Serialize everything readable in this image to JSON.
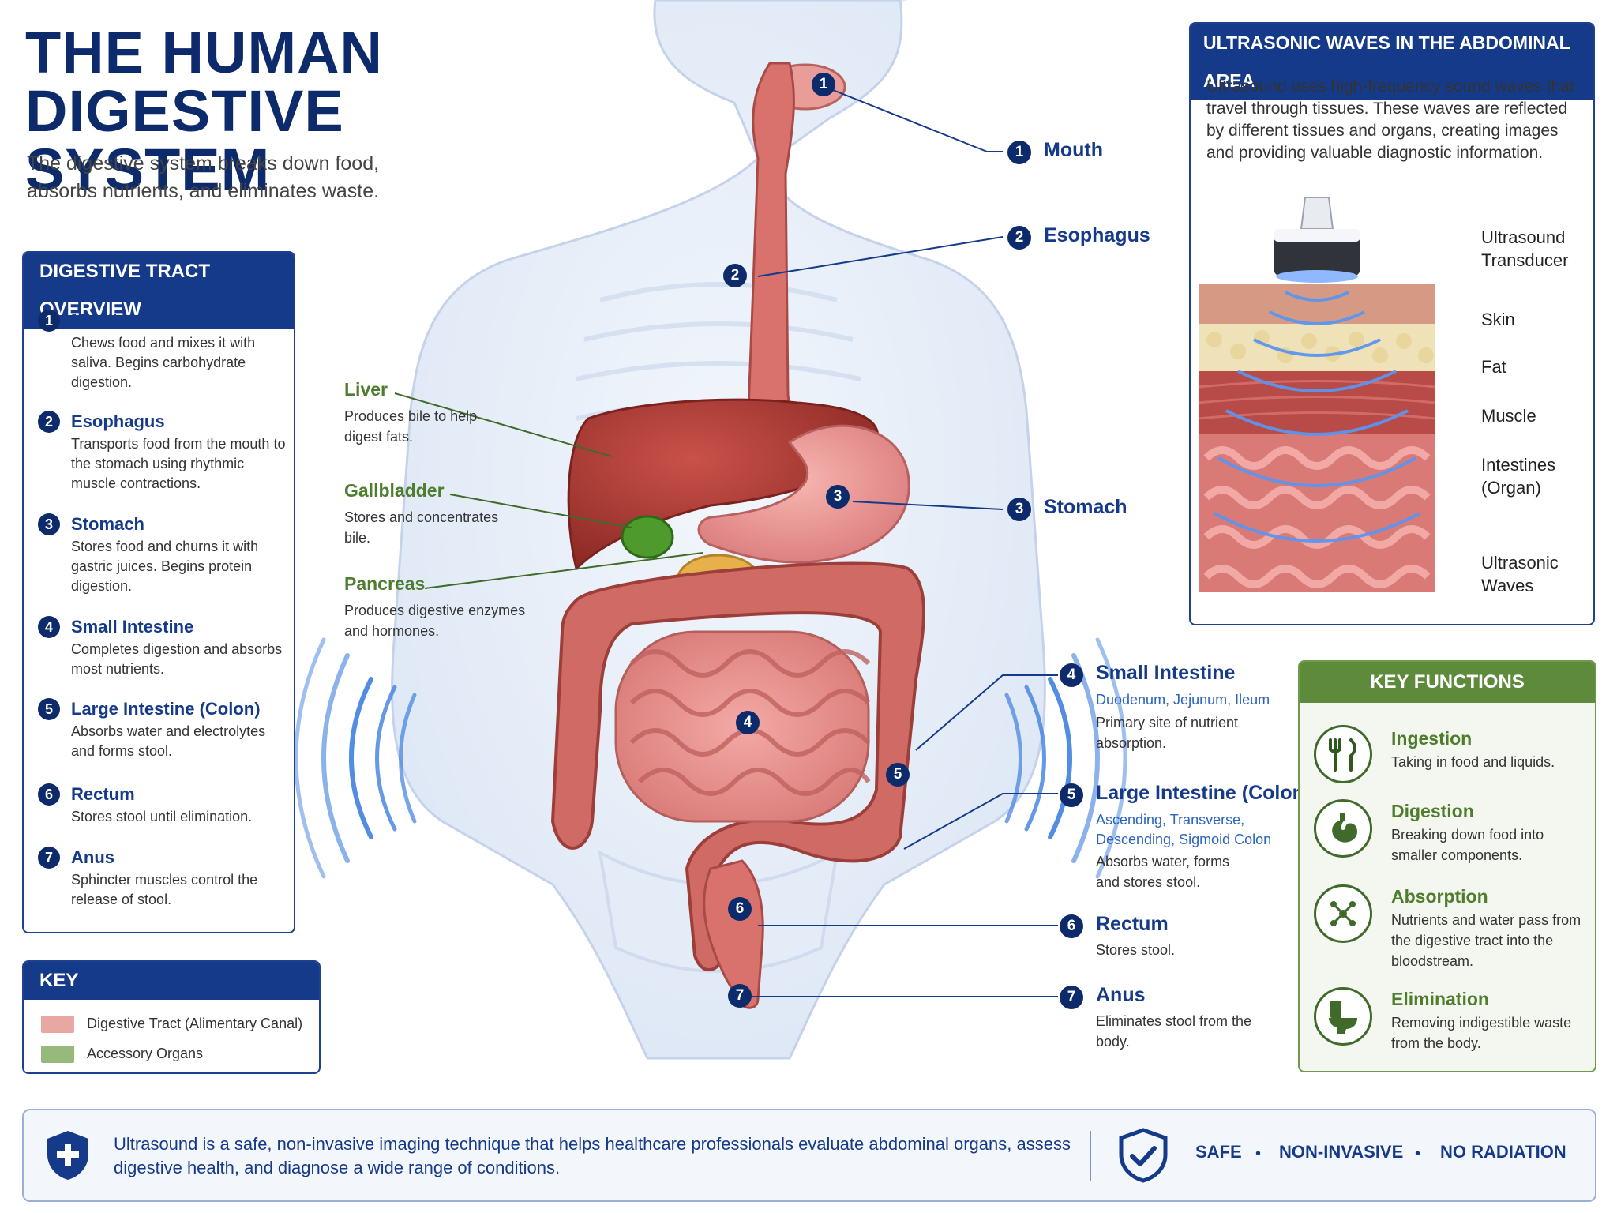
{
  "header": {
    "title_line1": "THE HUMAN",
    "title_line2": "DIGESTIVE SYSTEM",
    "subtitle": "The digestive system breaks down food, absorbs nutrients, and eliminates waste."
  },
  "overview": {
    "heading": "DIGESTIVE TRACT OVERVIEW",
    "items": [
      {
        "num": "1",
        "title": "Mouth",
        "text": "Chews food and mixes it with saliva. Begins carbohydrate digestion."
      },
      {
        "num": "2",
        "title": "Esophagus",
        "text": "Transports food from the mouth to the stomach using rhythmic muscle contractions."
      },
      {
        "num": "3",
        "title": "Stomach",
        "text": "Stores food and churns it with gastric juices. Begins protein digestion."
      },
      {
        "num": "4",
        "title": "Small Intestine",
        "text": "Completes digestion and absorbs most nutrients."
      },
      {
        "num": "5",
        "title": "Large Intestine (Colon)",
        "text": "Absorbs water and electrolytes and forms stool."
      },
      {
        "num": "6",
        "title": "Rectum",
        "text": "Stores stool until elimination."
      },
      {
        "num": "7",
        "title": "Anus",
        "text": "Sphincter muscles control the release of stool."
      }
    ]
  },
  "key": {
    "heading": "KEY",
    "items": [
      {
        "label": "Digestive Tract (Alimentary Canal)",
        "color": "#e8a7a3"
      },
      {
        "label": "Accessory Organs",
        "color": "#98b97c"
      }
    ]
  },
  "accessory": [
    {
      "title": "Liver",
      "text": "Produces bile to help digest fats."
    },
    {
      "title": "Gallbladder",
      "text": "Stores and concentrates bile."
    },
    {
      "title": "Pancreas",
      "text": "Produces digestive enzymes and hormones."
    }
  ],
  "callouts": [
    {
      "num": "1",
      "title": "Mouth"
    },
    {
      "num": "2",
      "title": "Esophagus"
    },
    {
      "num": "3",
      "title": "Stomach"
    },
    {
      "num": "4",
      "title": "Small Intestine",
      "sub": "Duodenum, Jejunum, Ileum",
      "text": "Primary site of nutrient absorption."
    },
    {
      "num": "5",
      "title": "Large Intestine (Colon)",
      "sub": "Ascending, Transverse, Descending, Sigmoid Colon",
      "text": "Absorbs water, forms and stores stool."
    },
    {
      "num": "6",
      "title": "Rectum",
      "text": "Stores stool."
    },
    {
      "num": "7",
      "title": "Anus",
      "text": "Eliminates stool from the body."
    }
  ],
  "ultrasound": {
    "heading": "ULTRASONIC WAVES IN THE ABDOMINAL AREA",
    "text": "Ultrasound uses high-frequency sound waves that travel through tissues. These waves are reflected by different tissues and organs, creating images and providing valuable diagnostic information.",
    "labels": [
      "Ultrasound Transducer",
      "Skin",
      "Fat",
      "Muscle",
      "Intestines (Organ)",
      "Ultrasonic Waves"
    ]
  },
  "key_functions": {
    "heading": "KEY FUNCTIONS",
    "items": [
      {
        "title": "Ingestion",
        "text": "Taking in food and liquids.",
        "icon": "fork-knife-icon"
      },
      {
        "title": "Digestion",
        "text": "Breaking down food into smaller components.",
        "icon": "stomach-icon"
      },
      {
        "title": "Absorption",
        "text": "Nutrients and water pass from the digestive tract into the bloodstream.",
        "icon": "absorption-icon"
      },
      {
        "title": "Elimination",
        "text": "Removing indigestible waste from the body.",
        "icon": "toilet-icon"
      }
    ]
  },
  "footer": {
    "text": "Ultrasound is a safe, non-invasive imaging technique that helps healthcare professionals evaluate abdominal organs, assess digestive health, and diagnose a wide range of conditions.",
    "badges": [
      "SAFE",
      "NON-INVASIVE",
      "NO RADIATION"
    ]
  },
  "colors": {
    "navy": "#0d2a6b",
    "blue": "#163a8a",
    "green": "#5e8a3c",
    "tract": "#e8a7a3",
    "accessory": "#98b97c"
  }
}
